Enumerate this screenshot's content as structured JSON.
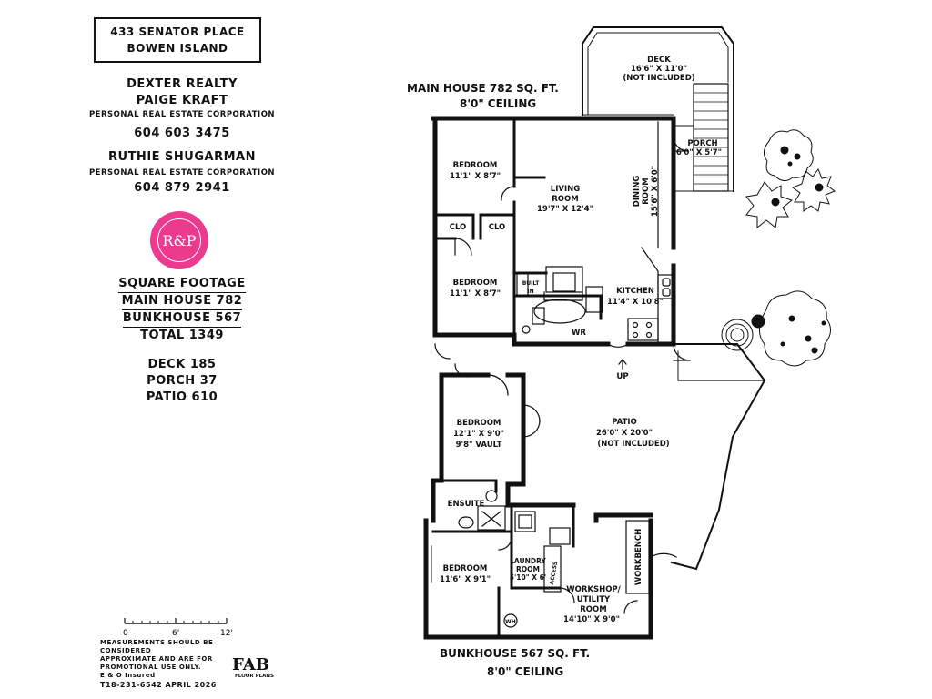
{
  "header": {
    "address_line1": "433 SENATOR PLACE",
    "address_line2": "BOWEN ISLAND"
  },
  "agents": {
    "company": "DEXTER REALTY",
    "agent1_name": "PAIGE KRAFT",
    "agent1_corp": "PERSONAL REAL ESTATE CORPORATION",
    "agent1_phone": "604 603 3475",
    "agent2_name": "RUTHIE SHUGARMAN",
    "agent2_corp": "PERSONAL REAL ESTATE CORPORATION",
    "agent2_phone": "604 879 2941",
    "logo_text": "R&P",
    "logo_color": "#ec3b8f"
  },
  "footage": {
    "title": "SQUARE FOOTAGE",
    "main": "MAIN HOUSE 782",
    "bunk": "BUNKHOUSE 567",
    "total": "TOTAL 1349",
    "deck": "DECK 185",
    "porch": "PORCH 37",
    "patio": "PATIO 610"
  },
  "scale": {
    "t0": "0",
    "t6": "6'",
    "t12": "12'"
  },
  "disclaimer": {
    "line1": "MEASUREMENTS SHOULD BE CONSIDERED",
    "line2": "APPROXIMATE AND ARE FOR",
    "line3": "PROMOTIONAL USE ONLY.",
    "line4": "E & O Insured",
    "line5": "T18-231-6542   APRIL 2026"
  },
  "brand": {
    "name": "FAB",
    "sub": "FLOOR PLANS"
  },
  "plan": {
    "main_title": "MAIN HOUSE 782 SQ. FT.",
    "main_ceiling": "8'0\" CEILING",
    "bunk_title": "BUNKHOUSE 567 SQ. FT.",
    "bunk_ceiling": "8'0\" CEILING",
    "deck_name": "DECK",
    "deck_dim": "16'6\" X 11'0\"",
    "deck_note": "(NOT INCLUDED)",
    "porch_name": "PORCH",
    "porch_dim": "6'0\" X 5'7\"",
    "bed1_name": "BEDROOM",
    "bed1_dim": "11'1\" X 8'7\"",
    "bed2_name": "BEDROOM",
    "bed2_dim": "11'1\" X 8'7\"",
    "clo": "CLO",
    "living_name": "LIVING",
    "living_name2": "ROOM",
    "living_dim": "19'7\" X 12'4\"",
    "dining_name": "DINING",
    "dining_name2": "ROOM",
    "dining_dim": "15'6\" X 6'0\"",
    "kitchen_name": "KITCHEN",
    "kitchen_dim": "11'4\" X 10'8\"",
    "built": "BUILT",
    "in": "IN",
    "wr": "WR",
    "up": "UP",
    "patio_name": "PATIO",
    "patio_dim": "26'0\" X 20'0\"",
    "patio_note": "(NOT INCLUDED)",
    "bed3_name": "BEDROOM",
    "bed3_dim": "12'1\" X 9'0\"",
    "bed3_vault": "9'8\" VAULT",
    "ensuite": "ENSUITE",
    "bed4_name": "BEDROOM",
    "bed4_dim": "11'6\" X 9'1\"",
    "laundry_name": "LAUNDRY",
    "laundry_name2": "ROOM",
    "laundry_dim": "5'10\" X 6'",
    "access": "ACCESS",
    "workshop_name": "WORKSHOP/",
    "workshop_name2": "UTILITY",
    "workshop_name3": "ROOM",
    "workshop_dim": "14'10\" X 9'0\"",
    "workbench": "WORKBENCH",
    "wh": "WH"
  }
}
